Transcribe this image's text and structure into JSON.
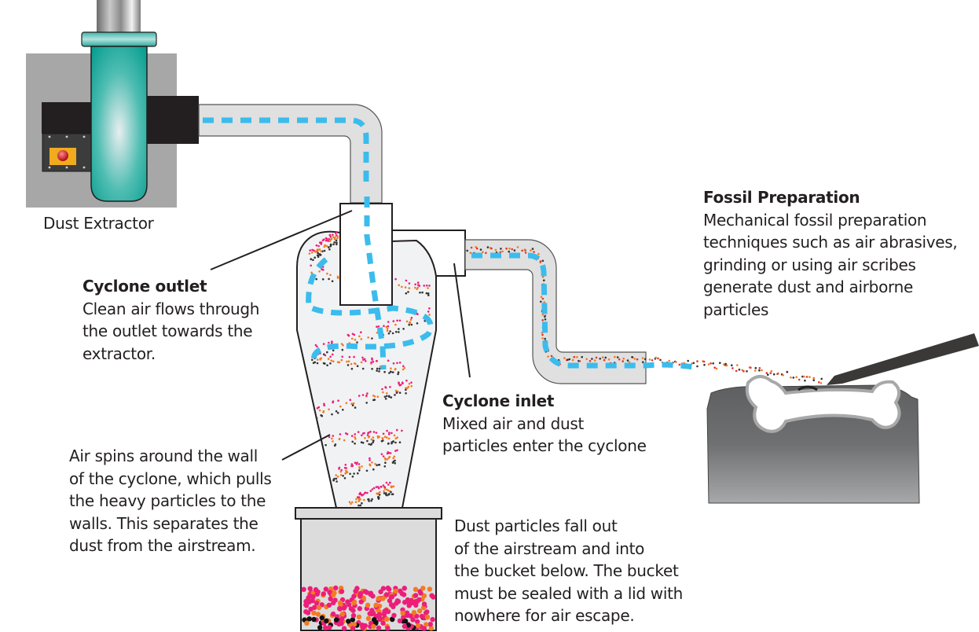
{
  "labels": {
    "dust_extractor": {
      "title": "Dust Extractor"
    },
    "cyclone_outlet": {
      "title": "Cyclone outlet",
      "lines": [
        "Clean air flows through",
        "the outlet towards the",
        "extractor."
      ]
    },
    "cyclone_inlet": {
      "title": "Cyclone inlet",
      "lines": [
        "Mixed air and dust",
        "particles enter the cyclone"
      ]
    },
    "fossil_preparation": {
      "title": "Fossil Preparation",
      "lines": [
        "Mechanical fossil preparation",
        "techniques such as air abrasives,",
        "grinding or using air scribes",
        "generate dust and airborne",
        "particles"
      ]
    },
    "air_spins": {
      "lines": [
        "Air spins around the wall",
        "of the cyclone, which pulls",
        "the heavy particles to the",
        "walls. This separates the",
        "dust from the airstream."
      ]
    },
    "dust_fall": {
      "lines": [
        "Dust particles fall out",
        "of the airstream and into",
        "the bucket below. The bucket",
        "must be sealed with a lid with",
        "nowhere for air escape."
      ]
    }
  },
  "colors": {
    "airflow": "#3bbcec",
    "extractor_body": "#12a79a",
    "extractor_housing": "#a7a7a7",
    "pipe": "#e0e0e0",
    "cyclone": "#f1f2f4",
    "particle_pink": "#ec1e79",
    "particle_orange": "#f37b20",
    "particle_dark": "#333333",
    "rock": "#6d6e70",
    "tool": "#3b3838",
    "switch_plate": "#f0ab1e",
    "switch_button": "#d7262b"
  }
}
